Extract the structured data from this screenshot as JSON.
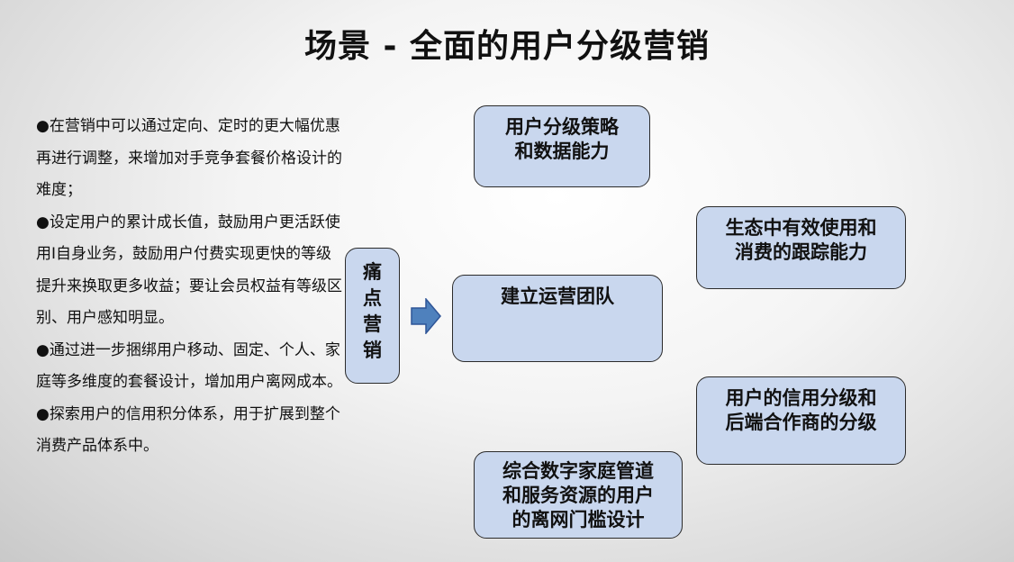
{
  "title": "场景 - 全面的用户分级营销",
  "bullets": [
    "●在营销中可以通过定向、定时的更大幅优惠再进行调整，来增加对手竞争套餐价格设计的难度；",
    "●设定用户的累计成长值，鼓励用户更活跃使用I自身业务，鼓励用户付费实现更快的等级提升来换取更多收益；要让会员权益有等级区别、用户感知明显。",
    "●通过进一步捆绑用户移动、固定、个人、家庭等多维度的套餐设计，增加用户离网成本。",
    "●探索用户的信用积分体系，用于扩展到整个消费产品体系中。"
  ],
  "pain_point_label": "痛\n点\n营\n销",
  "boxes": {
    "strategy": "用户分级策略\n和数据能力",
    "team": "建立运营团队",
    "ecosystem": "生态中有效使用和\n消费的跟踪能力",
    "credit": "用户的信用分级和\n后端合作商的分级",
    "home": "综合数字家庭管道\n和服务资源的用户\n的离网门槛设计"
  },
  "colors": {
    "box_fill": "#c9d7ee",
    "arrow_fill": "#4f81bd"
  }
}
